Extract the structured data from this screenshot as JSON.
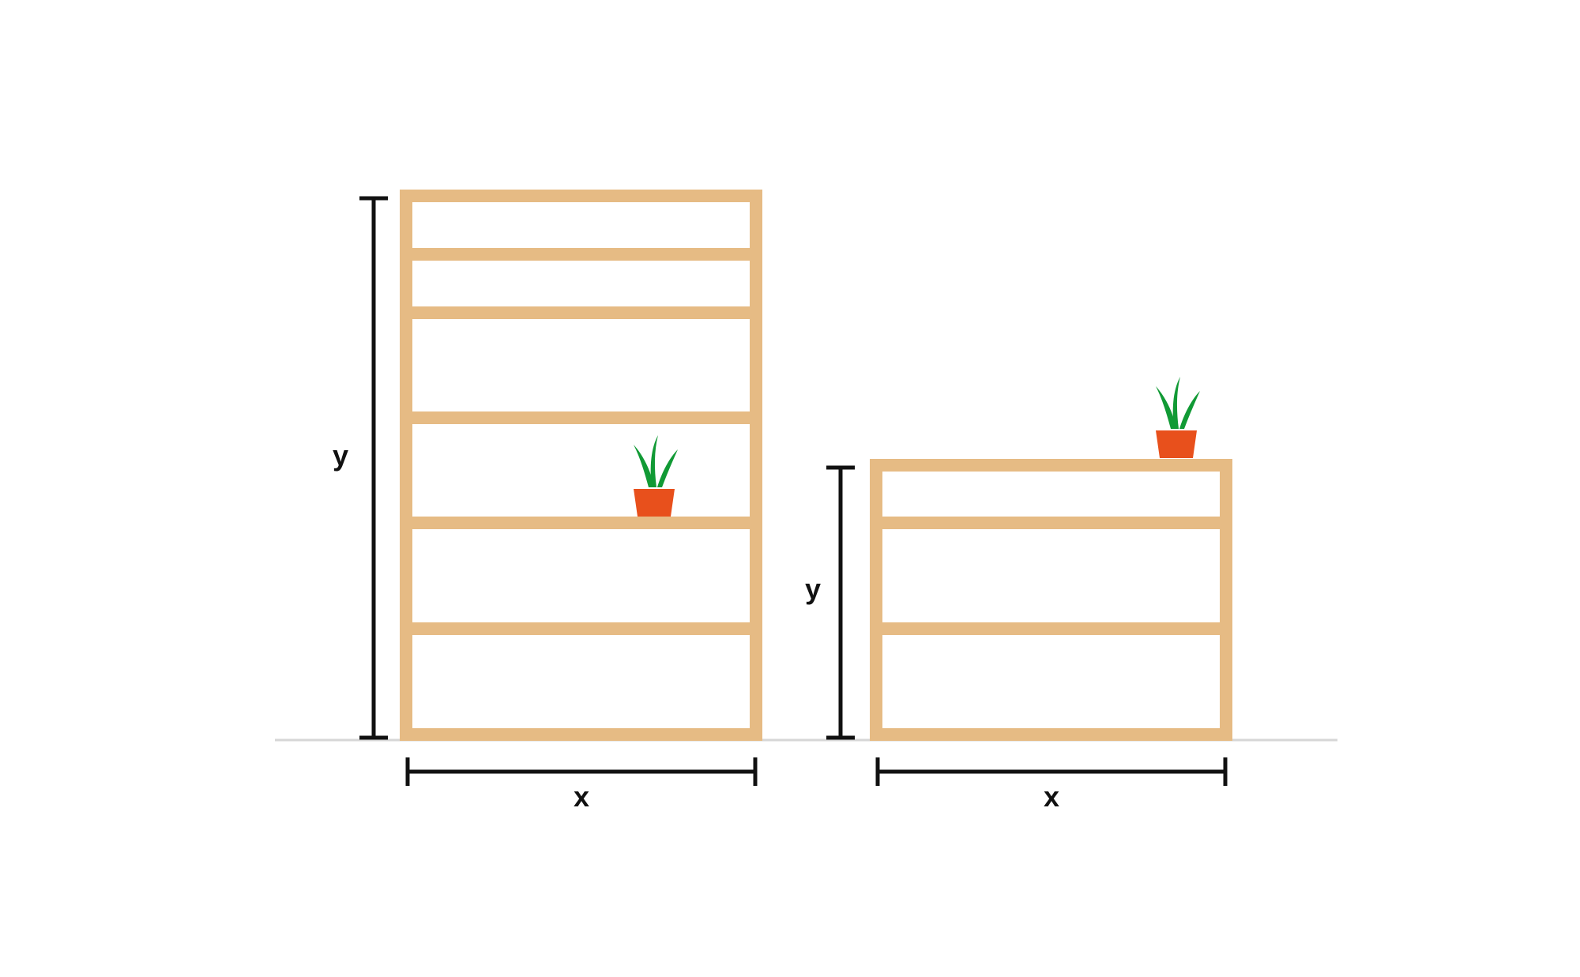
{
  "colors": {
    "background": "#ffffff",
    "shelf_wood": "#e6bb84",
    "dimension_line": "#111111",
    "floor_line": "#d6d6d6",
    "plant_leaf": "#119a35",
    "plant_pot": "#e8501c"
  },
  "icons": {
    "plant": "potted-plant-icon"
  },
  "tall_shelf": {
    "width_label": "x",
    "height_label": "y"
  },
  "short_shelf": {
    "width_label": "x",
    "height_label": "y"
  }
}
